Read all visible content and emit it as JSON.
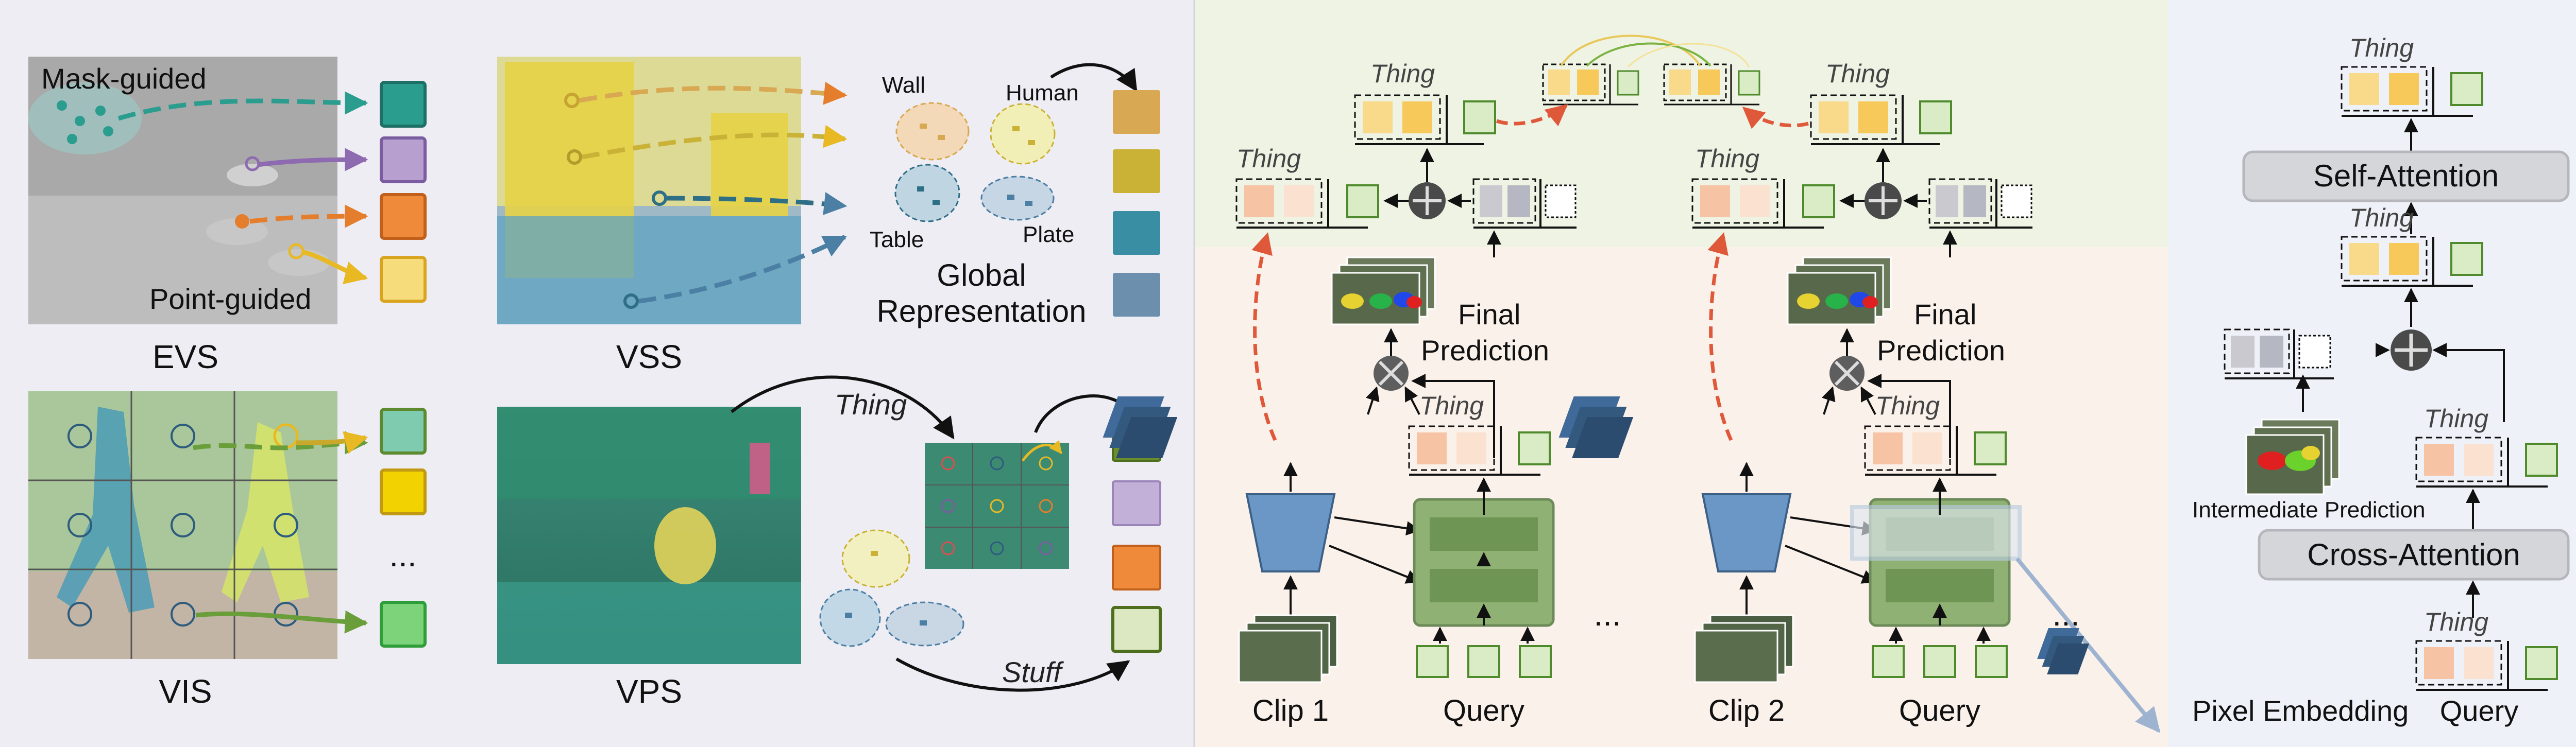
{
  "left_panel": {
    "evs": {
      "title": "EVS",
      "mask_label": "Mask-guided",
      "point_label": "Point-guided"
    },
    "vss": {
      "title": "VSS",
      "classes": [
        "Wall",
        "Human",
        "Table",
        "Plate"
      ],
      "caption_line1": "Global",
      "caption_line2": "Representation"
    },
    "vis": {
      "title": "VIS",
      "ellipsis": "..."
    },
    "vps": {
      "title": "VPS",
      "thing": "Thing",
      "stuff": "Stuff"
    }
  },
  "middle_panel": {
    "thing": "Thing",
    "final_line1": "Final",
    "final_line2": "Prediction",
    "clip1": "Clip 1",
    "clip2": "Clip 2",
    "query": "Query",
    "ellipsis": "..."
  },
  "right_panel": {
    "thing": "Thing",
    "self_attention": "Self-Attention",
    "cross_attention": "Cross-Attention",
    "intermediate": "Intermediate Prediction",
    "pixel_embedding": "Pixel Embedding",
    "query": "Query"
  },
  "colors": {
    "left_bg": "#efedf4",
    "middle_top_bg": "#eef3e4",
    "middle_bottom_bg": "#faf1ea",
    "right_bg": "#eef1f7",
    "teal": "#2a9d8f",
    "purple": "#8e6bb0",
    "orange": "#e47d2c",
    "yellow": "#f4d35e",
    "green": "#7cb342",
    "query_green": "#d9ecc6",
    "encoder_blue": "#6b97c6",
    "decoder_green": "#8fb173",
    "red_arrow": "#e0583a"
  }
}
